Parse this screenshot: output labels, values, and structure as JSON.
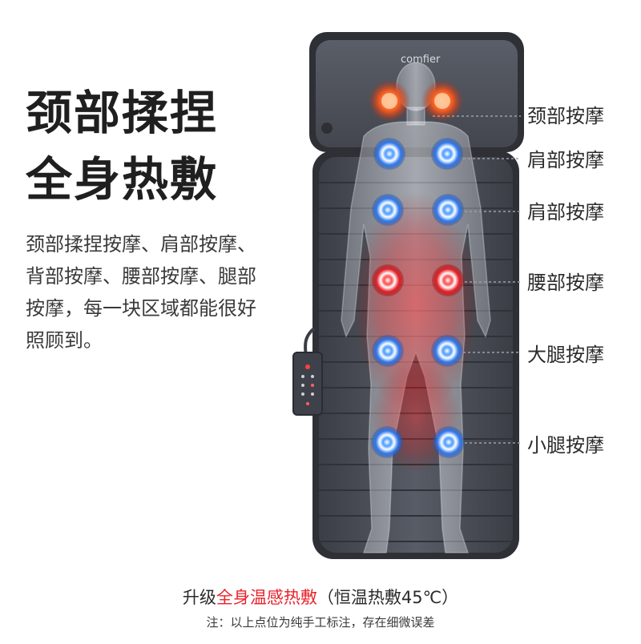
{
  "headline": {
    "line1": "颈部揉捏",
    "line2": "全身热敷"
  },
  "description": {
    "lines": [
      "颈部揉捏按摩、肩部按摩、",
      "背部按摩、腰部按摩、腿部",
      "按摩，每一块区域都能很好",
      "照顾到。"
    ]
  },
  "brand": "comfier",
  "callouts": [
    {
      "label": "颈部按摩"
    },
    {
      "label": "肩部按摩"
    },
    {
      "label": "肩部按摩"
    },
    {
      "label": "腰部按摩"
    },
    {
      "label": "大腿按摩"
    },
    {
      "label": "小腿按摩"
    }
  ],
  "heat": {
    "prefix": "升级",
    "accent": "全身温感热敷",
    "suffix": "（恒温热敷45℃）"
  },
  "note": "注：以上点位为纯手工标注，存在细微误差",
  "colors": {
    "accent_red": "#e8232b",
    "node_blue": "#2f7cf2",
    "mat_gray": "#4a4e57"
  }
}
